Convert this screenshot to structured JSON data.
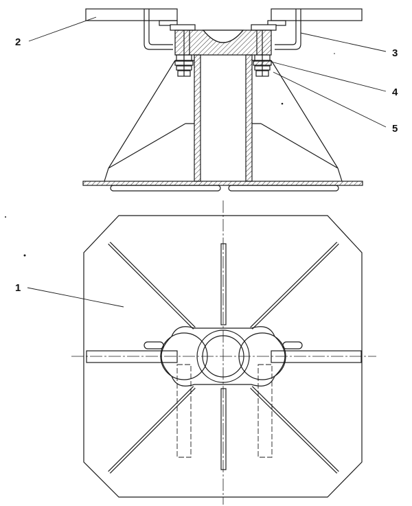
{
  "figure": {
    "line_color": "#1a1a1a",
    "hatch_color": "#1a1a1a",
    "callouts": [
      {
        "id": "c1",
        "label": "1"
      },
      {
        "id": "c2",
        "label": "2"
      },
      {
        "id": "c3",
        "label": "3"
      },
      {
        "id": "c4",
        "label": "4"
      },
      {
        "id": "c5",
        "label": "5"
      }
    ]
  }
}
